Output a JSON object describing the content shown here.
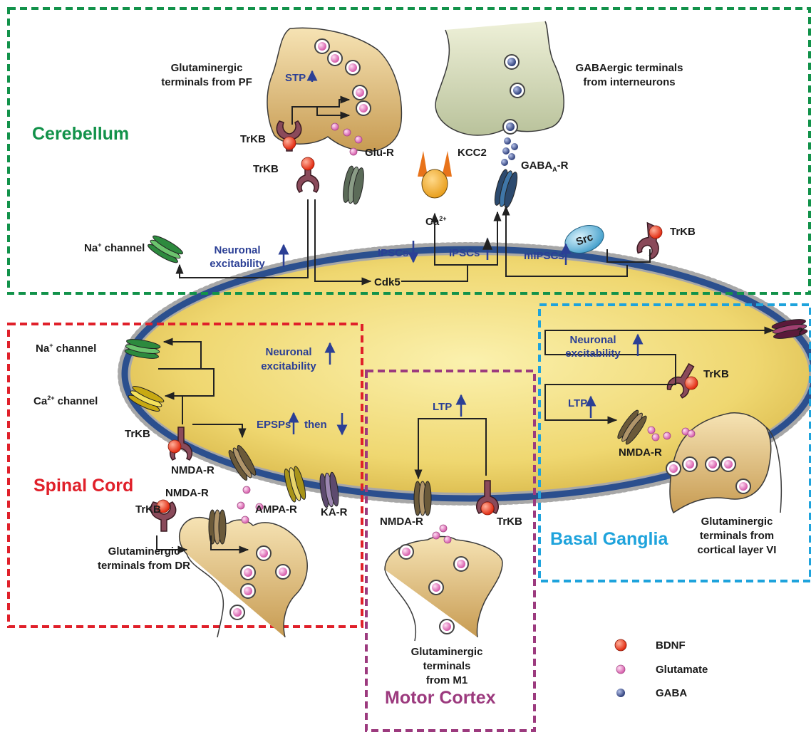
{
  "regions": {
    "cerebellum": {
      "label": "Cerebellum",
      "color": "#12924a"
    },
    "spinal_cord": {
      "label": "Spinal Cord",
      "color": "#e0202a"
    },
    "motor_cortex": {
      "label": "Motor Cortex",
      "color": "#9c3a7e"
    },
    "basal_ganglia": {
      "label": "Basal Ganglia",
      "color": "#1ea3dc"
    }
  },
  "cerebellum": {
    "terminal_pf": [
      "Glutaminergic",
      "terminals from PF"
    ],
    "terminal_gaba": [
      "GABAergic terminals",
      "from interneurons"
    ],
    "stp": "STP",
    "trkb_pre": "TrKB",
    "trkb_post": "TrKB",
    "trkb_right": "TrKB",
    "glu_r": "Glu-R",
    "kcc2": "KCC2",
    "gabaa_r": {
      "main": "GABA",
      "sub": "A",
      "tail": "-R"
    },
    "na_channel": {
      "main": "Na",
      "sup": "+",
      "tail": " channel"
    },
    "neuronal_excitability": [
      "Neuronal",
      "excitability"
    ],
    "cdk5": "Cdk5",
    "ca": {
      "main": "Ca",
      "sup": "2+"
    },
    "ipscs_down": "IPSCs",
    "ipscs_up": "IPSCs",
    "mipscs": "mIPSCs",
    "src": "Src"
  },
  "spinal": {
    "na_channel": {
      "main": "Na",
      "sup": "+",
      "tail": " channel"
    },
    "ca_channel": {
      "main": "Ca",
      "sup": "2+",
      "tail": " channel"
    },
    "neuronal_excitability": [
      "Neuronal",
      "excitability"
    ],
    "epsps": "EPSPs",
    "then": "then",
    "trkb_post": "TrKB",
    "nmda_post": "NMDA-R",
    "nmda_pre": "NMDA-R",
    "trkb_pre": "TrKB",
    "ampa_r": "AMPA-R",
    "ka_r": "KA-R",
    "terminal_dr": [
      "Glutaminergic",
      "terminals from DR"
    ]
  },
  "motor": {
    "ltp": "LTP",
    "nmda_r": "NMDA-R",
    "trkb": "TrKB",
    "terminal_m1": [
      "Glutaminergic",
      "terminals",
      "from M1"
    ]
  },
  "basal": {
    "neuronal_excitability": [
      "Neuronal",
      "excitability"
    ],
    "question": "?",
    "trkb": "TrKB",
    "ltp": "LTP",
    "nmda_r": "NMDA-R",
    "terminal_cortical": [
      "Glutaminergic",
      "terminals from",
      "cortical layer VI"
    ]
  },
  "legend": [
    {
      "label": "BDNF",
      "icon": "bdnf-dot",
      "color": "#e8341c"
    },
    {
      "label": "Glutamate",
      "icon": "glutamate-dot",
      "color": "#e27bc0"
    },
    {
      "label": "GABA",
      "icon": "gaba-dot",
      "color": "#3a4f8c"
    }
  ]
}
